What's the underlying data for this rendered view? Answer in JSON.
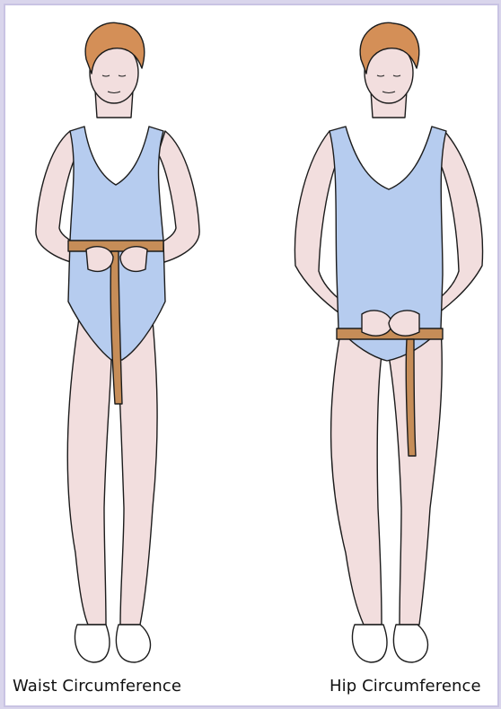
{
  "captions": {
    "waist": "Waist Circumference",
    "hip": "Hip Circumference"
  },
  "colors": {
    "skin": "#f2dede",
    "leotard": "#b6ccef",
    "hair": "#d48f57",
    "tape": "#c68d58",
    "outline": "#1c1c1c",
    "frame": "#d9d5ec"
  },
  "icons": [
    "woman-figure-illustration",
    "measuring-tape"
  ]
}
